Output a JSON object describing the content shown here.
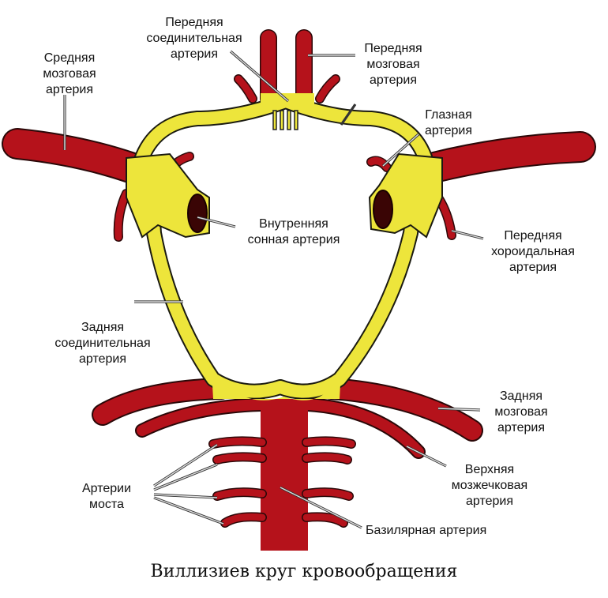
{
  "colors": {
    "artery_red": "#b5121b",
    "circle_yellow": "#ede53b",
    "lumen": "#3a0505"
  },
  "labels": {
    "acom": [
      "Передняя",
      "соединительная",
      "артерия"
    ],
    "aca": [
      "Передняя",
      "мозговая",
      "артерия"
    ],
    "mca": [
      "Средняя",
      "мозговая",
      "артерия"
    ],
    "ophthalmic": [
      "Глазная",
      "артерия"
    ],
    "ica": [
      "Внутренняя",
      "сонная артерия"
    ],
    "acha": [
      "Передняя",
      "хороидальная",
      "артерия"
    ],
    "pcom": [
      "Задняя",
      "соединительная",
      "артерия"
    ],
    "pca": [
      "Задняя",
      "мозговая",
      "артерия"
    ],
    "sca": [
      "Верхняя",
      "мозжечковая",
      "артерия"
    ],
    "pontine": [
      "Артерии",
      "моста"
    ],
    "basilar": [
      "Базилярная артерия"
    ]
  },
  "title": "Виллизиев круг кровообращения"
}
